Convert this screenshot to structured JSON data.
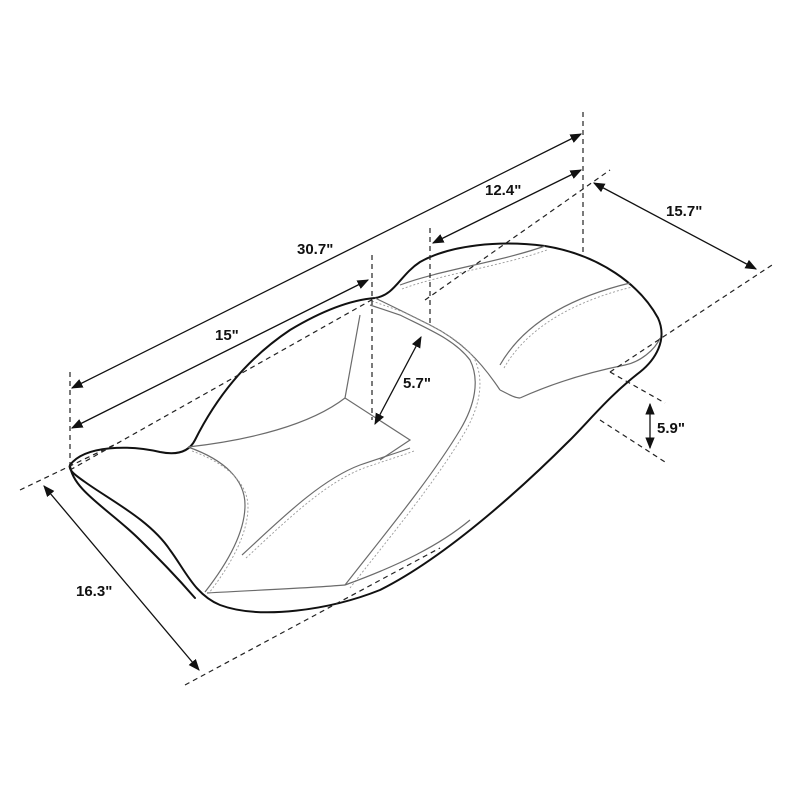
{
  "diagram": {
    "subject": "motorcycle seat dimension drawing",
    "colors": {
      "background": "#ffffff",
      "outline": "#111111",
      "seam": "#6b6b6b",
      "stitching": "#9a9a9a",
      "guides": "#222222"
    },
    "dimensions": {
      "overall_length": "30.7\"",
      "rider_seat_length": "15\"",
      "passenger_seat_length": "12.4\"",
      "passenger_width": "15.7\"",
      "rider_width": "16.3\"",
      "rider_seat_depth": "5.7\"",
      "passenger_height": "5.9\""
    }
  }
}
